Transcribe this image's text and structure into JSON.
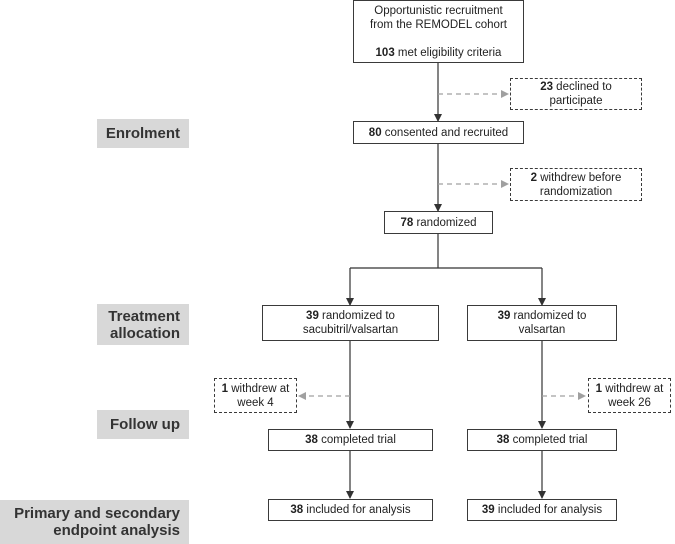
{
  "recruitment": {
    "line1": "Opportunistic recruitment",
    "line2": "from the REMODEL cohort",
    "count": "103",
    "text": " met eligibility criteria"
  },
  "declined": {
    "count": "23",
    "text1": " declined to",
    "text2": "participate"
  },
  "consented": {
    "count": "80",
    "text": " consented and recruited"
  },
  "withdrew_before": {
    "count": "2",
    "text1": " withdrew before",
    "text2": "randomization"
  },
  "randomized": {
    "count": "78",
    "text": " randomized"
  },
  "arm_left": {
    "count": "39",
    "text1": " randomized to",
    "text2": "sacubitril/valsartan"
  },
  "arm_right": {
    "count": "39",
    "text1": " randomized to",
    "text2": "valsartan"
  },
  "withdrew_left": {
    "count": "1",
    "text1": " withdrew at",
    "text2": "week 4"
  },
  "withdrew_right": {
    "count": "1",
    "text1": " withdrew at",
    "text2": "week 26"
  },
  "completed_left": {
    "count": "38",
    "text": " completed trial"
  },
  "completed_right": {
    "count": "38",
    "text": " completed trial"
  },
  "analysis_left": {
    "count": "38",
    "text": " included for analysis"
  },
  "analysis_right": {
    "count": "39",
    "text": " included for analysis"
  },
  "stages": {
    "enrolment": "Enrolment",
    "treatment_line1": "Treatment",
    "treatment_line2": "allocation",
    "followup": "Follow up",
    "analysis_line1": "Primary and secondary",
    "analysis_line2": "endpoint analysis"
  }
}
